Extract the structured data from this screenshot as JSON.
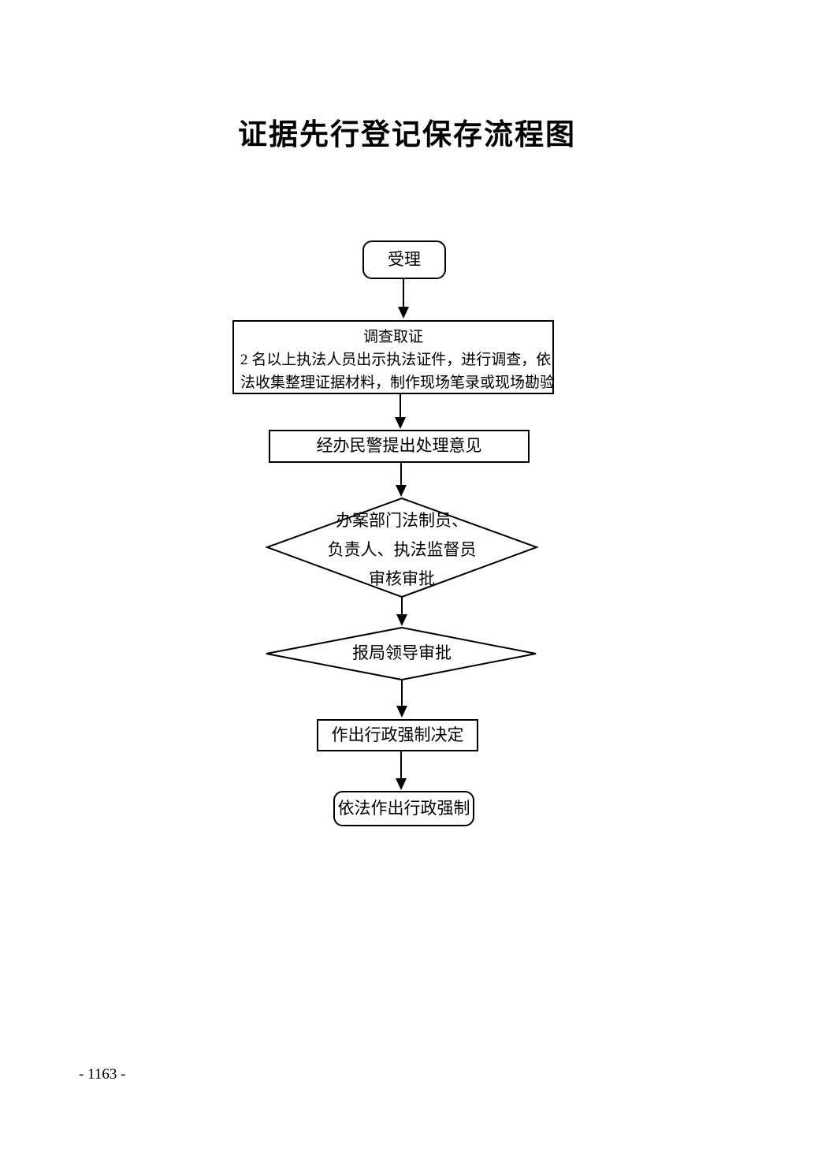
{
  "title": "证据先行登记保存流程图",
  "page_number": "- 1163 -",
  "flowchart": {
    "nodes": [
      {
        "id": "accept",
        "type": "rounded-rect",
        "label": "受理"
      },
      {
        "id": "investigate",
        "type": "rect",
        "lines": [
          "调查取证",
          "2 名以上执法人员出示执法证件，进行调查，依",
          "法收集整理证据材料，制作现场笔录或现场勘验"
        ]
      },
      {
        "id": "opinion",
        "type": "rect",
        "label": "经办民警提出处理意见"
      },
      {
        "id": "review",
        "type": "diamond",
        "lines": [
          "办案部门法制员、",
          "负责人、执法监督员",
          "审核审批"
        ]
      },
      {
        "id": "leader-approval",
        "type": "diamond",
        "label": "报局领导审批"
      },
      {
        "id": "decision",
        "type": "rect",
        "label": "作出行政强制决定"
      },
      {
        "id": "enforce",
        "type": "rounded-rect",
        "label": "依法作出行政强制"
      }
    ],
    "flow_color": "#000000",
    "background_color": "#ffffff"
  }
}
